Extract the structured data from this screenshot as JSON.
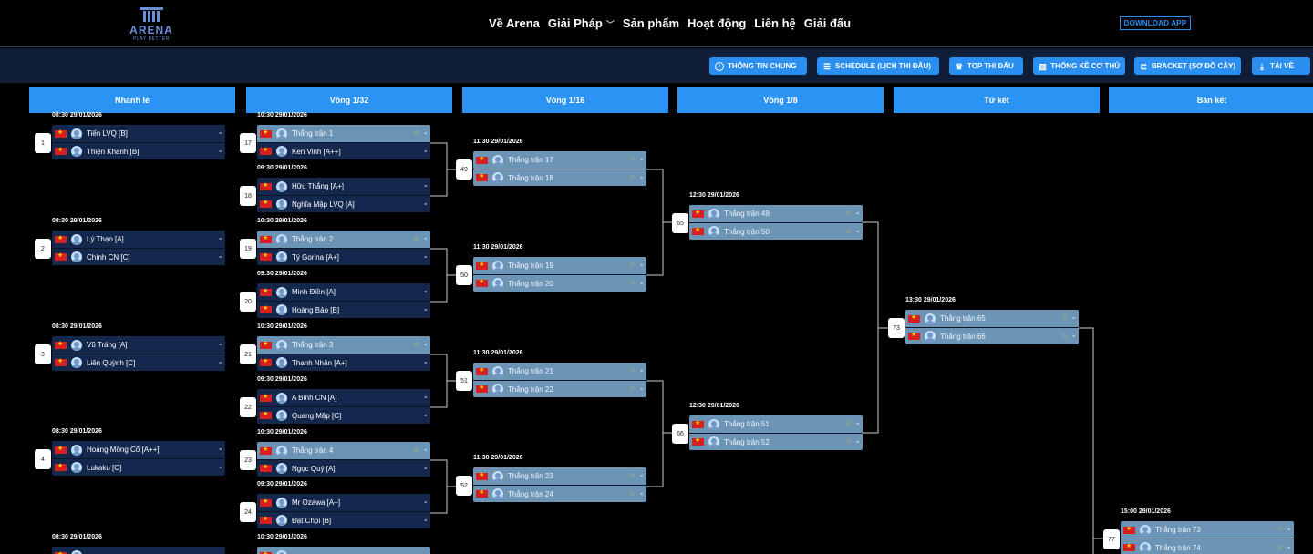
{
  "brand": {
    "name": "ARENA",
    "tagline": "PLAY BETTER"
  },
  "nav": {
    "items": [
      "Về Arena",
      "Giải Pháp",
      "Sản phẩm",
      "Hoạt động",
      "Liên hệ",
      "Giải đấu"
    ],
    "download": "DOWNLOAD APP"
  },
  "toolbar": {
    "info": "THÔNG TIN CHUNG",
    "schedule": "SCHEDULE (LỊCH THI ĐẤU)",
    "top": "TOP THI ĐẤU",
    "stats": "THỐNG KÊ CƠ THỦ",
    "bracket": "BRACKET (SƠ ĐỒ CÂY)",
    "download": "TẢI VỀ"
  },
  "rounds": [
    "Nhánh lẻ",
    "Vòng 1/32",
    "Vòng 1/16",
    "Vòng 1/8",
    "Tứ kết",
    "Bán kết"
  ],
  "colors": {
    "accent": "#2a93f3",
    "winner_slot": "#6b94b5",
    "player_slot": "#14284e",
    "sub_bar": "#0f1e36"
  },
  "matches": {
    "m1": {
      "num": "1",
      "time": "08:30 29/01/2026",
      "p1": "Tiến LVQ [B]",
      "s1": "-",
      "p2": "Thiện Khanh [B]",
      "s2": "-"
    },
    "m2": {
      "num": "2",
      "time": "08:30 29/01/2026",
      "p1": "Lý Thạo [A]",
      "s1": "-",
      "p2": "Chính CN [C]",
      "s2": "-"
    },
    "m3": {
      "num": "3",
      "time": "08:30 29/01/2026",
      "p1": "Vũ Tráng [A]",
      "s1": "-",
      "p2": "Liên Quỳnh [C]",
      "s2": "-"
    },
    "m4": {
      "num": "4",
      "time": "08:30 29/01/2026",
      "p1": "Hoàng Mông Cổ [A++]",
      "s1": "-",
      "p2": "Lukaku [C]",
      "s2": "-"
    },
    "m5": {
      "time": "08:30 29/01/2026"
    },
    "m17": {
      "num": "17",
      "time": "10:30 29/01/2026",
      "p1": "Thắng trận 1",
      "s1": "-",
      "p2": "Ken Vinh [A++]",
      "s2": "-"
    },
    "m18": {
      "num": "18",
      "time": "09:30 29/01/2026",
      "p1": "Hữu Thắng [A+]",
      "s1": "-",
      "p2": "Nghĩa Mập LVQ [A]",
      "s2": "-"
    },
    "m19": {
      "num": "19",
      "time": "10:30 29/01/2026",
      "p1": "Thắng trận 2",
      "s1": "-",
      "p2": "Tý Gorina [A+]",
      "s2": "-"
    },
    "m20": {
      "num": "20",
      "time": "09:30 29/01/2026",
      "p1": "Minh Điền [A]",
      "s1": "-",
      "p2": "Hoàng Bảo [B]",
      "s2": "-"
    },
    "m21": {
      "num": "21",
      "time": "10:30 29/01/2026",
      "p1": "Thắng trận 3",
      "s1": "-",
      "p2": "Thanh Nhân [A+]",
      "s2": "-"
    },
    "m22": {
      "num": "22",
      "time": "09:30 29/01/2026",
      "p1": "A Bình CN [A]",
      "s1": "-",
      "p2": "Quang Mập [C]",
      "s2": "-"
    },
    "m23": {
      "num": "23",
      "time": "10:30 29/01/2026",
      "p1": "Thắng trận 4",
      "s1": "-",
      "p2": "Ngọc Quý [A]",
      "s2": "-"
    },
    "m24": {
      "num": "24",
      "time": "09:30 29/01/2026",
      "p1": "Mr Ozawa [A+]",
      "s1": "-",
      "p2": "Đạt Chọi [B]",
      "s2": "-"
    },
    "m25": {
      "time": "10:30 29/01/2026"
    },
    "m49": {
      "num": "49",
      "time": "11:30 29/01/2026",
      "p1": "Thắng trận 17",
      "s1": "-",
      "p2": "Thắng trận 18",
      "s2": "-"
    },
    "m50": {
      "num": "50",
      "time": "11:30 29/01/2026",
      "p1": "Thắng trận 19",
      "s1": "-",
      "p2": "Thắng trận 20",
      "s2": "-"
    },
    "m51": {
      "num": "51",
      "time": "11:30 29/01/2026",
      "p1": "Thắng trận 21",
      "s1": "-",
      "p2": "Thắng trận 22",
      "s2": "-"
    },
    "m52": {
      "num": "52",
      "time": "11:30 29/01/2026",
      "p1": "Thắng trận 23",
      "s1": "-",
      "p2": "Thắng trận 24",
      "s2": "-"
    },
    "m65": {
      "num": "65",
      "time": "12:30 29/01/2026",
      "p1": "Thắng trận 49",
      "s1": "-",
      "p2": "Thắng trận 50",
      "s2": "-"
    },
    "m66": {
      "num": "66",
      "time": "12:30 29/01/2026",
      "p1": "Thắng trận 51",
      "s1": "-",
      "p2": "Thắng trận 52",
      "s2": "-"
    },
    "m73": {
      "num": "73",
      "time": "13:30 29/01/2026",
      "p1": "Thắng trận 65",
      "s1": "-",
      "p2": "Thắng trận 66",
      "s2": "-"
    },
    "m77": {
      "num": "77",
      "time": "15:00 29/01/2026",
      "p1": "Thắng trận 73",
      "s1": "-",
      "p2": "Thắng trận 74",
      "s2": "-"
    }
  }
}
